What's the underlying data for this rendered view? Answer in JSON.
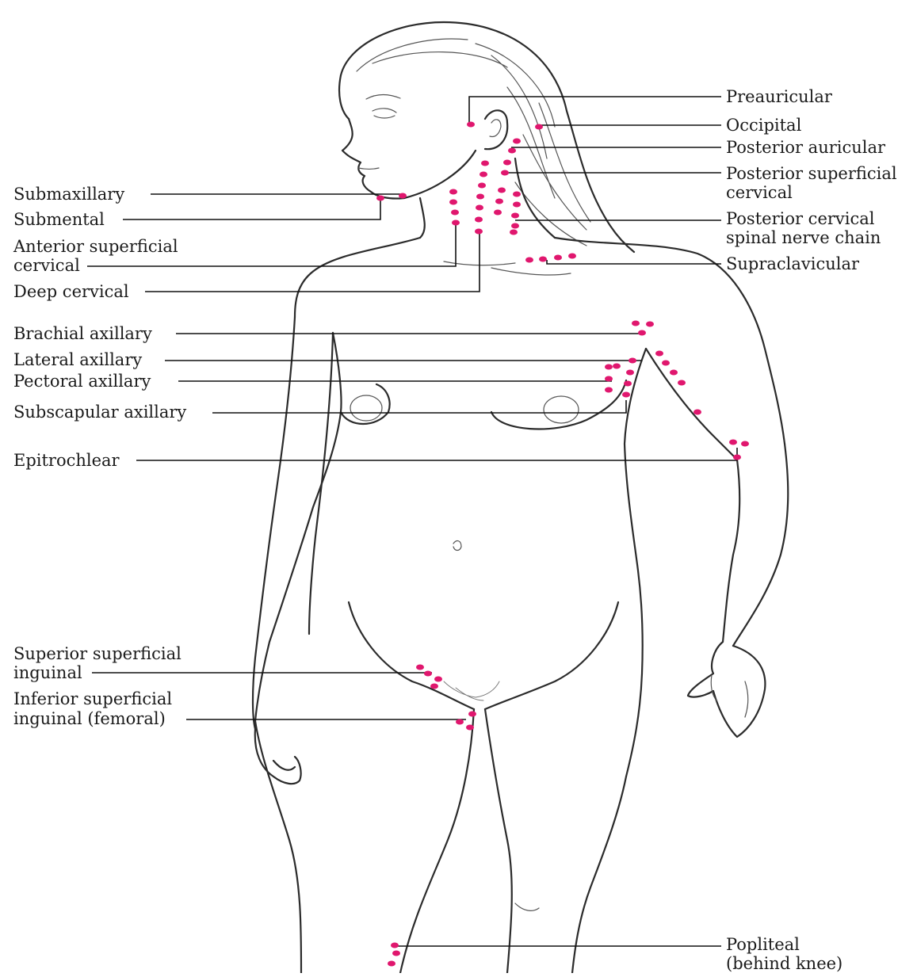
{
  "diagram": {
    "node_color": "#e0176e",
    "line_color": "#111111",
    "labels": {
      "preauricular": "Preauricular",
      "occipital": "Occipital",
      "posterior_auricular": "Posterior auricular",
      "posterior_superficial_cervical": [
        "Posterior superficial",
        "cervical"
      ],
      "posterior_cervical_spinal": [
        "Posterior cervical",
        "spinal nerve chain"
      ],
      "supraclavicular": "Supraclavicular",
      "submaxillary": "Submaxillary",
      "submental": "Submental",
      "anterior_superficial_cervical": [
        "Anterior superficial",
        "cervical"
      ],
      "deep_cervical": "Deep cervical",
      "brachial_axillary": "Brachial axillary",
      "lateral_axillary": "Lateral axillary",
      "pectoral_axillary": "Pectoral axillary",
      "subscapular_axillary": "Subscapular axillary",
      "epitrochlear": "Epitrochlear",
      "superior_superficial_inguinal": [
        "Superior superficial",
        "inguinal"
      ],
      "inferior_superficial_inguinal": [
        "Inferior superficial",
        "inguinal (femoral)"
      ],
      "popliteal": [
        "Popliteal",
        "(behind knee)"
      ]
    }
  }
}
